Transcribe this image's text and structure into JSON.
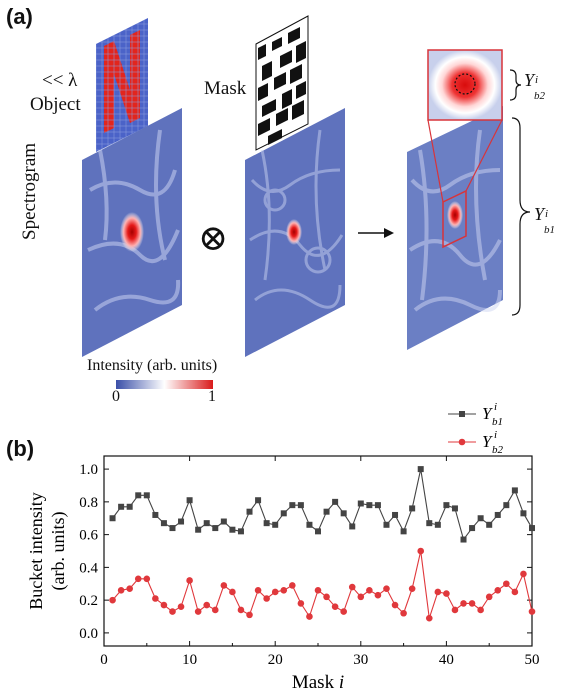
{
  "panel_a": {
    "label": "(a)",
    "object_scale": "<< λ",
    "object_label": "Object",
    "mask_label": "Mask",
    "spectrogram_label": "Spectrogram",
    "operator_symbol": "⊗",
    "colorbar": {
      "title": "Intensity (arb. units)",
      "min_label": "0",
      "max_label": "1",
      "colors": [
        "#3a4fa8",
        "#ffffff",
        "#d91a1a"
      ]
    },
    "y_b1": {
      "base": "Y",
      "sup": "i",
      "sub": "b1"
    },
    "y_b2": {
      "base": "Y",
      "sup": "i",
      "sub": "b2"
    }
  },
  "panel_b": {
    "label": "(b)"
  },
  "chart_data": {
    "type": "line",
    "xlabel": "Mask",
    "xlabel_var": "i",
    "ylabel_line1": "Bucket intensity",
    "ylabel_line2": "(arb. units)",
    "xlim": [
      0,
      50
    ],
    "ylim": [
      -0.08,
      1.08
    ],
    "xticks": [
      0,
      10,
      20,
      30,
      40,
      50
    ],
    "yticks": [
      0.0,
      0.2,
      0.4,
      0.6,
      0.8,
      1.0
    ],
    "ytick_labels": [
      "0.0",
      "0.2",
      "0.4",
      "0.6",
      "0.8",
      "1.0"
    ],
    "x": [
      1,
      2,
      3,
      4,
      5,
      6,
      7,
      8,
      9,
      10,
      11,
      12,
      13,
      14,
      15,
      16,
      17,
      18,
      19,
      20,
      21,
      22,
      23,
      24,
      25,
      26,
      27,
      28,
      29,
      30,
      31,
      32,
      33,
      34,
      35,
      36,
      37,
      38,
      39,
      40,
      41,
      42,
      43,
      44,
      45,
      46,
      47,
      48,
      49,
      50
    ],
    "series": [
      {
        "base": "Y",
        "sup": "i",
        "sub": "b1",
        "color": "#444444",
        "marker": "square",
        "values": [
          0.7,
          0.77,
          0.77,
          0.84,
          0.84,
          0.72,
          0.67,
          0.64,
          0.68,
          0.81,
          0.63,
          0.67,
          0.64,
          0.68,
          0.63,
          0.62,
          0.74,
          0.81,
          0.67,
          0.66,
          0.73,
          0.78,
          0.78,
          0.66,
          0.62,
          0.74,
          0.8,
          0.73,
          0.65,
          0.79,
          0.78,
          0.78,
          0.66,
          0.72,
          0.62,
          0.76,
          1.0,
          0.67,
          0.66,
          0.78,
          0.76,
          0.57,
          0.64,
          0.7,
          0.66,
          0.72,
          0.78,
          0.87,
          0.73,
          0.64
        ]
      },
      {
        "base": "Y",
        "sup": "i",
        "sub": "b2",
        "color": "#e0383c",
        "marker": "circle",
        "values": [
          0.2,
          0.26,
          0.27,
          0.33,
          0.33,
          0.21,
          0.17,
          0.13,
          0.16,
          0.32,
          0.13,
          0.17,
          0.14,
          0.29,
          0.25,
          0.14,
          0.11,
          0.26,
          0.21,
          0.25,
          0.26,
          0.29,
          0.18,
          0.1,
          0.26,
          0.22,
          0.16,
          0.13,
          0.28,
          0.22,
          0.26,
          0.23,
          0.27,
          0.17,
          0.12,
          0.27,
          0.5,
          0.09,
          0.25,
          0.24,
          0.14,
          0.18,
          0.18,
          0.14,
          0.22,
          0.26,
          0.3,
          0.25,
          0.36,
          0.13
        ]
      }
    ]
  }
}
